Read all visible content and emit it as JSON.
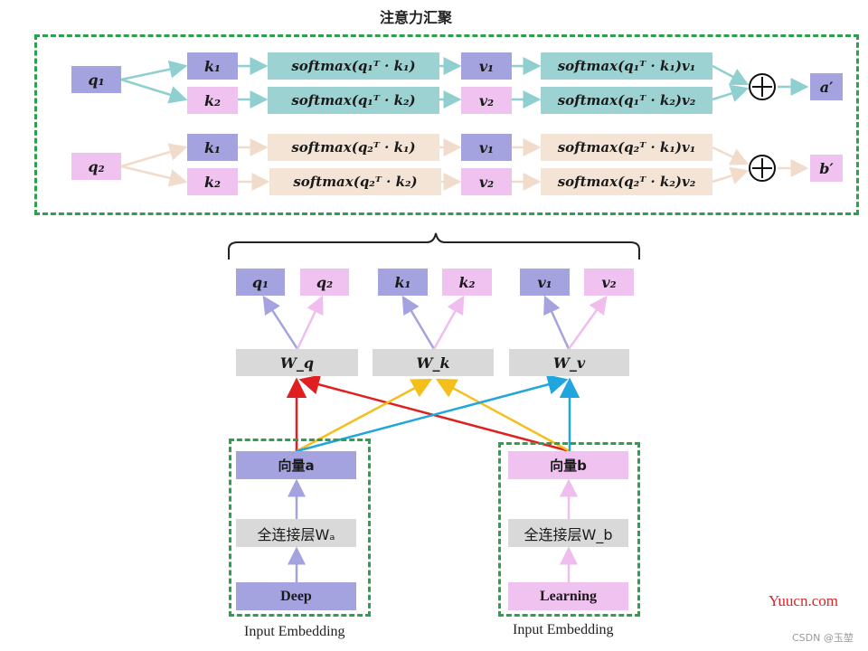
{
  "title": "注意力汇聚",
  "attention": {
    "q1": "q₁",
    "q2": "q₂",
    "k1": "k₁",
    "k2": "k₂",
    "v1": "v₁",
    "v2": "v₂",
    "s11": "softmax(q₁ᵀ · k₁)",
    "s12": "softmax(q₁ᵀ · k₂)",
    "s21": "softmax(q₂ᵀ · k₁)",
    "s22": "softmax(q₂ᵀ · k₂)",
    "w11": "softmax(q₁ᵀ · k₁)v₁",
    "w12": "softmax(q₁ᵀ · k₂)v₂",
    "w21": "softmax(q₂ᵀ · k₁)v₁",
    "w22": "softmax(q₂ᵀ · k₂)v₂",
    "a_out": "a′",
    "b_out": "b′"
  },
  "projections": {
    "q1": "q₁",
    "q2": "q₂",
    "k1": "k₁",
    "k2": "k₂",
    "v1": "v₁",
    "v2": "v₂",
    "wq": "W_q",
    "wk": "W_k",
    "wv": "W_v"
  },
  "inputs": {
    "vec_a": "向量a",
    "vec_b": "向量b",
    "fc_a": "全连接层Wₐ",
    "fc_b": "全连接层W_b",
    "token_a": "Deep",
    "token_b": "Learning",
    "embed_a": "Input Embedding",
    "embed_b": "Input Embedding"
  },
  "watermark": {
    "site": "Yuucn.com",
    "credit": "CSDN @玉堃"
  },
  "colors": {
    "purple": "#a4a3df",
    "pink": "#f0c2ef",
    "teal": "#9dd2d3",
    "beige": "#f4e4d6",
    "gray": "#d9d9d9",
    "green_dash": "#2e9e4f",
    "red": "#e02020",
    "yellow": "#f5bf1b",
    "blue": "#1fa6dd",
    "watermark_red": "#d9262b"
  }
}
